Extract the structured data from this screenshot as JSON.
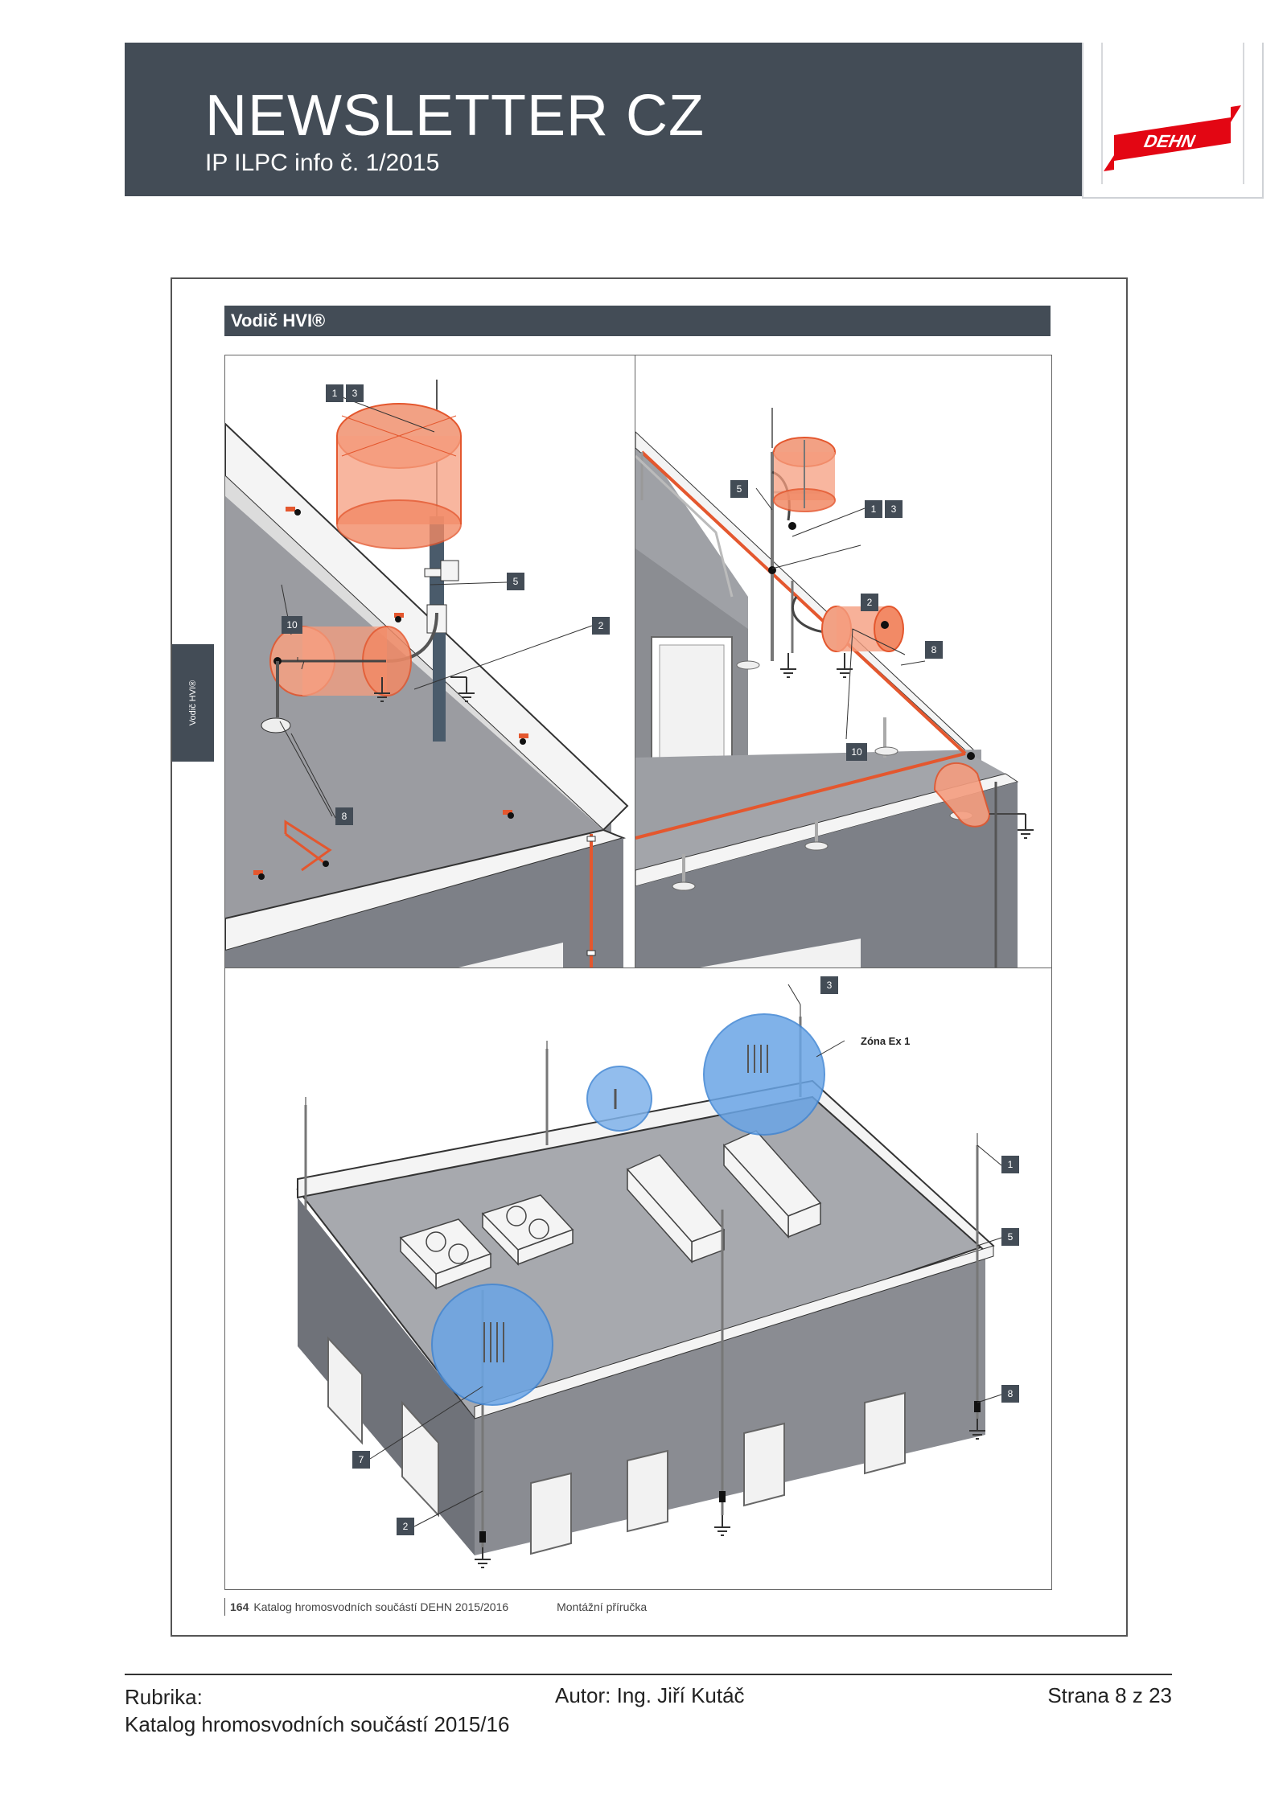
{
  "header": {
    "title": "NEWSLETTER CZ",
    "subtitle": "IP ILPC info č. 1/2015",
    "logo_text": "DEHN",
    "brand_color": "#e30613",
    "background_color": "#434c56"
  },
  "figure": {
    "section_title": "Vodič HVI®",
    "side_tab": "Vodič HVI®",
    "panel1_labels": [
      "1",
      "3",
      "5",
      "10",
      "2",
      "8"
    ],
    "panel2_labels": [
      "5",
      "1",
      "3",
      "2",
      "8",
      "10"
    ],
    "panel3_labels": [
      "3",
      "1",
      "5",
      "8",
      "7",
      "2"
    ],
    "zone_label": "Zóna Ex 1",
    "page_number": "164",
    "catalog_title": "Katalog hromosvodních součástí DEHN 2015/2016",
    "manual_title": "Montážní příručka"
  },
  "footer": {
    "rubric_label": "Rubrika:",
    "rubric_value": "Katalog hromosvodních součástí 2015/16",
    "author": "Autor: Ing. Jiří Kutáč",
    "page": "Strana 8 z 23"
  }
}
